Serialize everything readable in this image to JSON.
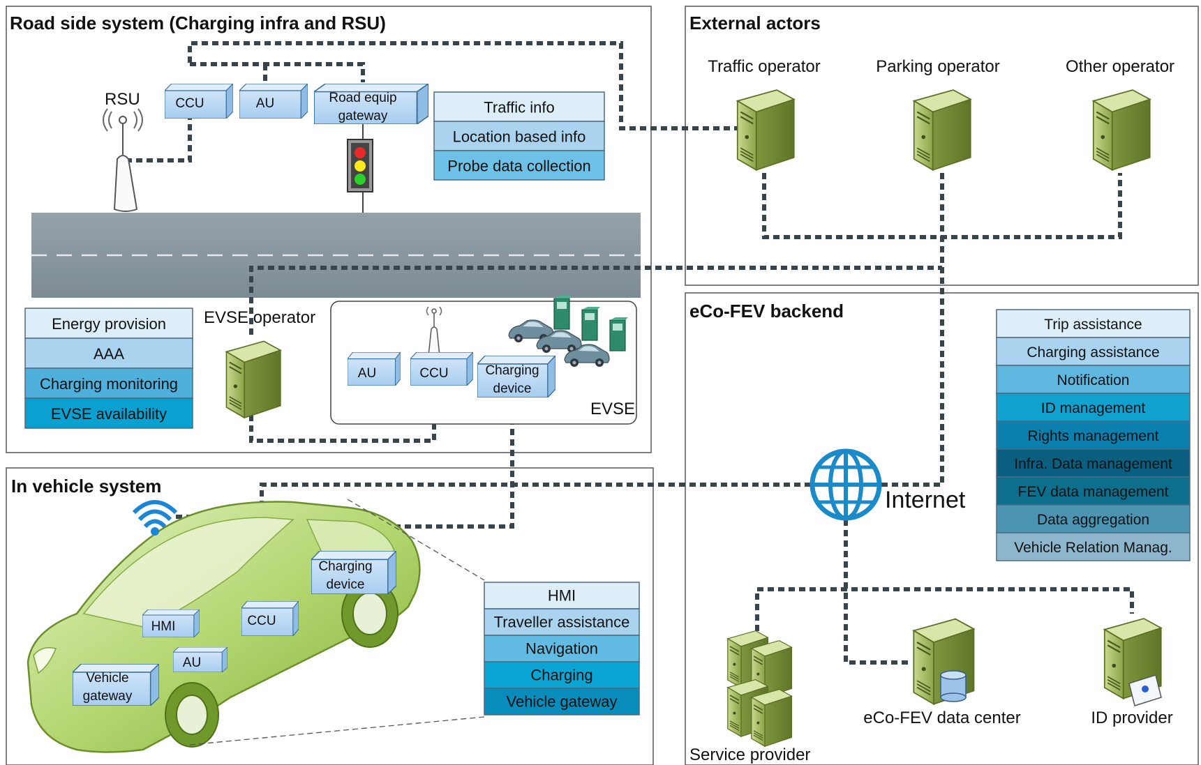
{
  "panels": {
    "roadside": {
      "title": "Road side system (Charging infra and RSU)"
    },
    "external": {
      "title": "External actors"
    },
    "backend": {
      "title": "eCo-FEV backend"
    },
    "vehicle": {
      "title": "In vehicle system"
    }
  },
  "roadside": {
    "rsu_label": "RSU",
    "modules": {
      "ccu": "CCU",
      "au": "AU",
      "gateway_line1": "Road equip",
      "gateway_line2": "gateway"
    },
    "services": [
      "Traffic info",
      "Location based info",
      "Probe data collection"
    ],
    "evse_operator_label": "EVSE operator",
    "evse_operator_services": [
      "Energy provision",
      "AAA",
      "Charging monitoring",
      "EVSE availability"
    ],
    "evse": {
      "label": "EVSE",
      "au": "AU",
      "ccu": "CCU",
      "charging_line1": "Charging",
      "charging_line2": "device"
    }
  },
  "external": {
    "actors": [
      "Traffic operator",
      "Parking operator",
      "Other operator"
    ]
  },
  "backend": {
    "services": [
      "Trip assistance",
      "Charging assistance",
      "Notification",
      "ID management",
      "Rights management",
      "Infra. Data management",
      "FEV data management",
      "Data aggregation",
      "Vehicle Relation Manag."
    ],
    "internet_label": "Internet",
    "service_provider": "Service provider",
    "data_center": "eCo-FEV data center",
    "id_provider": "ID provider"
  },
  "vehicle": {
    "modules": {
      "hmi": "HMI",
      "au": "AU",
      "ccu": "CCU",
      "gateway_line1": "Vehicle",
      "gateway_line2": "gateway",
      "charging_line1": "Charging",
      "charging_line2": "device"
    },
    "services": [
      "HMI",
      "Traveller assistance",
      "Navigation",
      "Charging",
      "Vehicle gateway"
    ]
  },
  "colors": {
    "box_blue": "#b4d5f4",
    "stack_lightest": "#deeef8",
    "stack_dark": "#0b7fae",
    "server_green": "#a8c060",
    "car_green": "#9cc84c",
    "internet_blue": "#1a8ac8"
  }
}
